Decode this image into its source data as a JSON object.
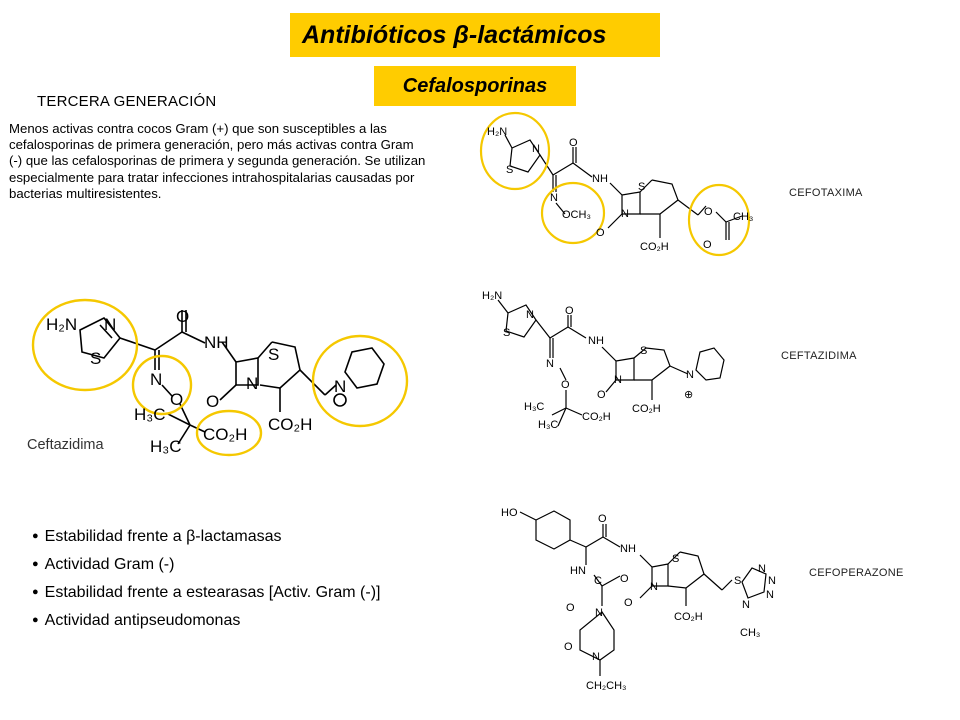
{
  "title": "Antibióticos β-lactámicos",
  "subtitle": "Cefalosporinas",
  "heading": "TERCERA GENERACIÓN",
  "description": "Menos activas contra cocos Gram (+) que son susceptibles a las cefalosporinas de primera generación, pero más activas contra Gram (-) que las cefalosporinas de primera y segunda generación. Se utilizan especialmente para tratar infecciones intrahospitalarias causadas por bacterias multiresistentes.",
  "bullets": [
    "Estabilidad frente a β-lactamasas",
    "Actividad Gram (-)",
    "Estabilidad frente a estearasas [Activ. Gram (-)]",
    "Actividad antipseudomonas"
  ],
  "drug_labels": {
    "cefotaxima": "CEFOTAXIMA",
    "ceftazidima_small": "CEFTAZIDIMA",
    "cefoperazone": "CEFOPERAZONE",
    "ceftazidima_large": "Ceftazidima"
  },
  "highlight_color": "#f5c800",
  "accent_color": "#ffcc00"
}
